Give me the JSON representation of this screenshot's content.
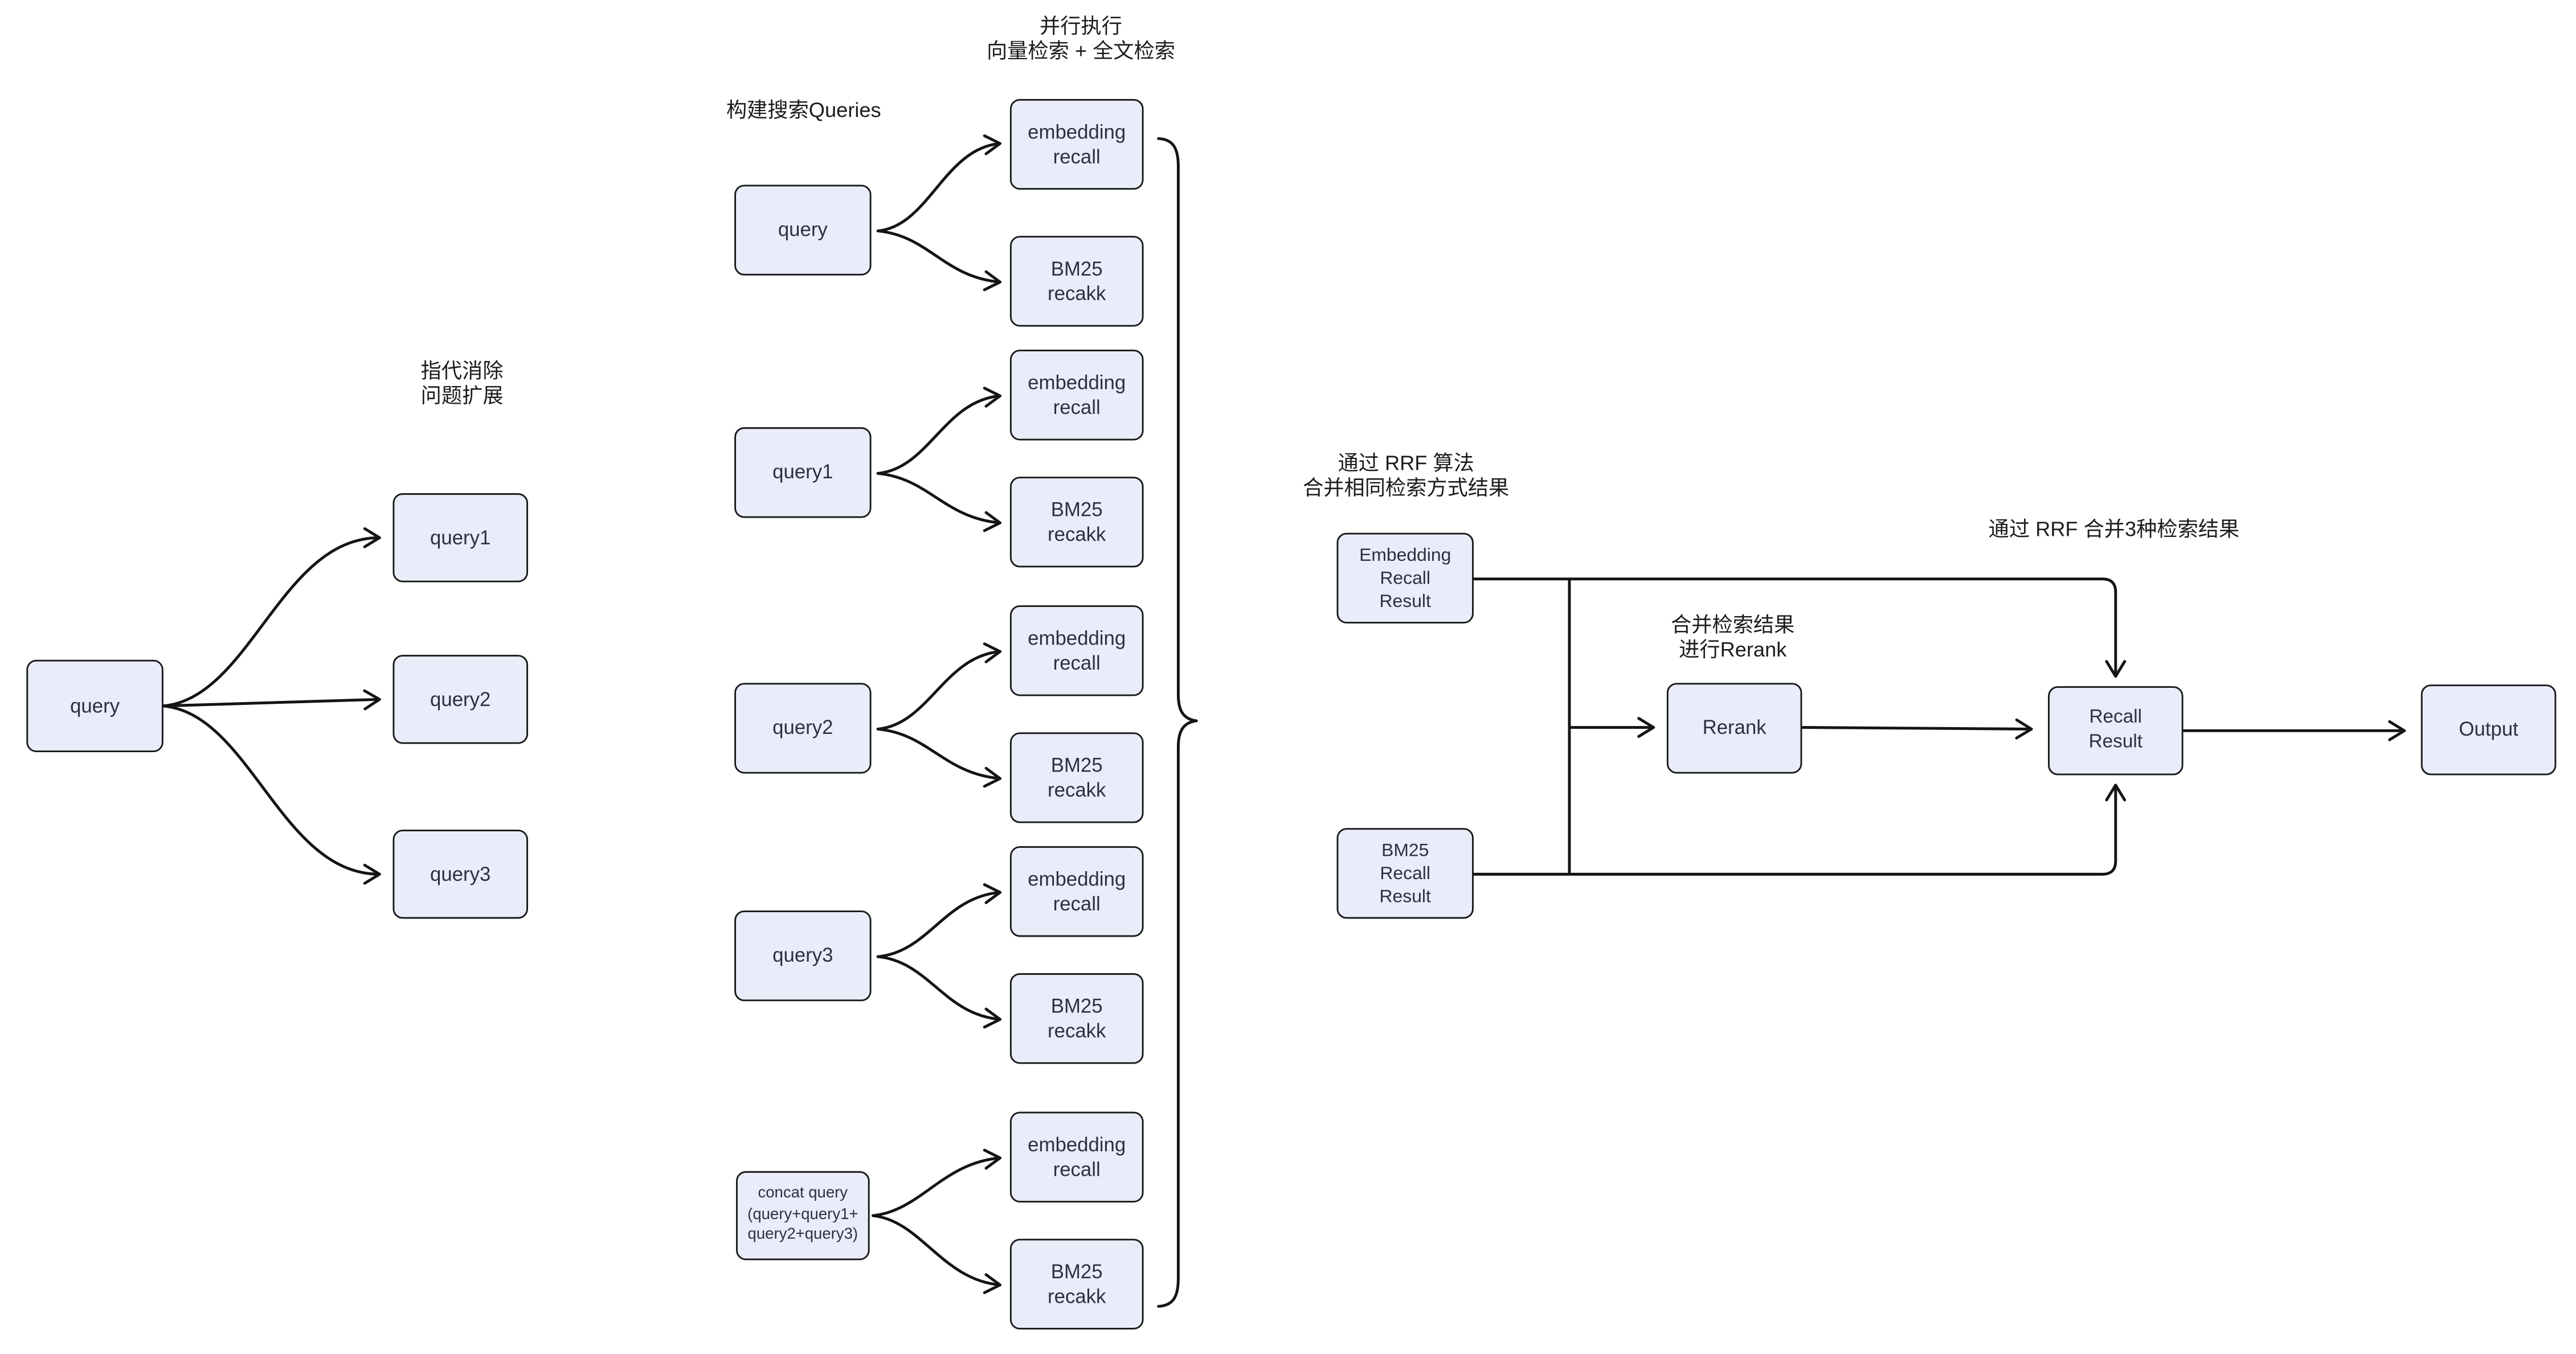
{
  "colors": {
    "background": "#ffffff",
    "node-fill": "#e9edf9",
    "node-border": "#191919",
    "connector": "#141414",
    "node-text": "#2b313e",
    "label-text": "#1c1c1c"
  },
  "labels": {
    "coref_expand": "指代消除\n问题扩展",
    "build_queries": "构建搜索Queries",
    "parallel_exec": "并行执行\n向量检索 + 全文检索",
    "rrf_same": "通过 RRF 算法\n合并相同检索方式结果",
    "merge_rerank": "合并检索结果\n进行Rerank",
    "rrf_three": "通过 RRF 合并3种检索结果"
  },
  "nodes": {
    "left_query": "query",
    "left_query1": "query1",
    "left_query2": "query2",
    "left_query3": "query3",
    "mid_query": "query",
    "mid_query1": "query1",
    "mid_query2": "query2",
    "mid_query3": "query3",
    "concat_query": "concat query\n(query+query1+\nquery2+query3)",
    "embedding_recall_1": "embedding\nrecall",
    "embedding_recall_2": "embedding\nrecall",
    "embedding_recall_3": "embedding\nrecall",
    "embedding_recall_4": "embedding\nrecall",
    "embedding_recall_5": "embedding\nrecall",
    "bm25_recall_1": "BM25\nrecakk",
    "bm25_recall_2": "BM25\nrecakk",
    "bm25_recall_3": "BM25\nrecakk",
    "bm25_recall_4": "BM25\nrecakk",
    "bm25_recall_5": "BM25\nrecakk",
    "embedding_recall_result": "Embedding\nRecall\nResult",
    "bm25_recall_result": "BM25\nRecall\nResult",
    "rerank": "Rerank",
    "recall_result": "Recall\nResult",
    "output": "Output"
  }
}
